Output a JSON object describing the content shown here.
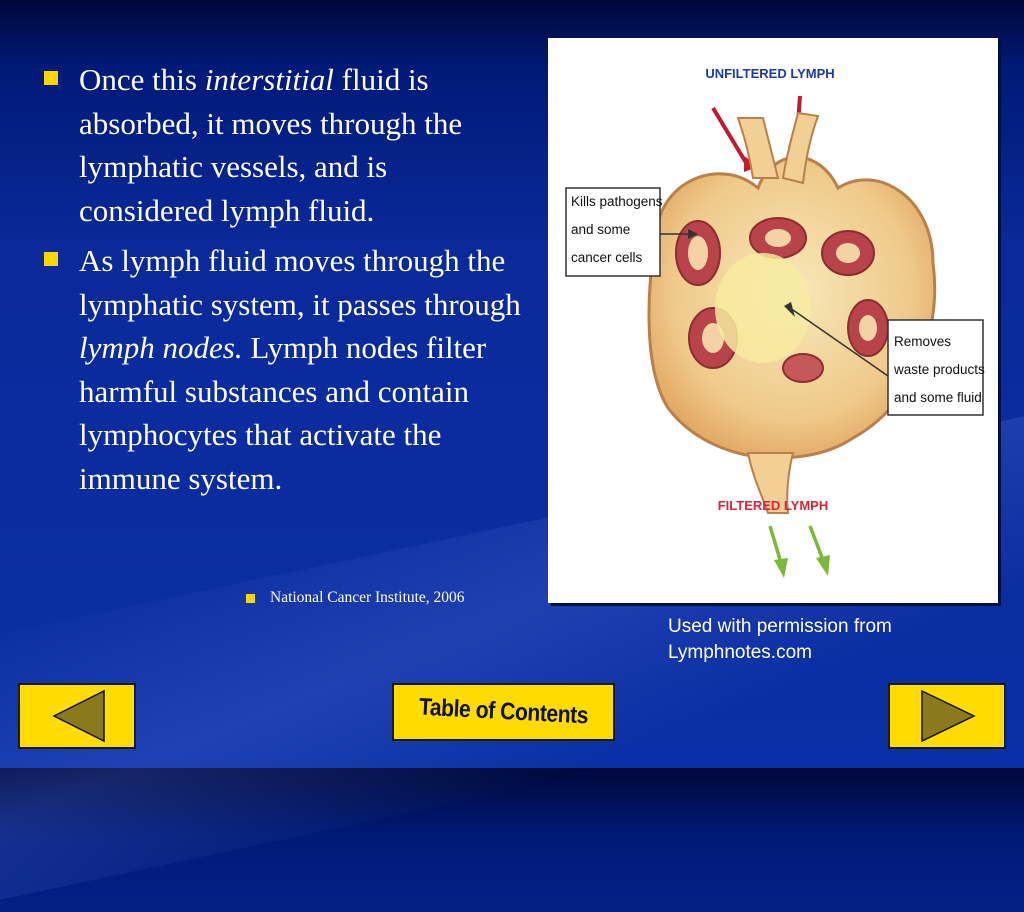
{
  "slide": {
    "bullets": [
      {
        "pre": "Once this ",
        "em": "interstitial",
        "post": " fluid is absorbed, it moves through the lymphatic vessels, and is considered lymph fluid."
      },
      {
        "pre": "As lymph fluid moves through the lymphatic system, it passes through ",
        "em": "lymph nodes.",
        "post": " Lymph nodes filter harmful substances and contain lymphocytes that activate the immune system."
      }
    ],
    "citation": "National Cancer Institute, 2006",
    "credit_line1": "Used with permission from",
    "credit_line2": "Lymphnotes.com"
  },
  "figure": {
    "label_top": "UNFILTERED LYMPH",
    "label_bottom": "FILTERED LYMPH",
    "callout_left": [
      "Kills pathogens",
      "and some",
      "cancer cells"
    ],
    "callout_right": [
      "Removes",
      "waste products",
      "and some fluid"
    ]
  },
  "nav": {
    "prev_icon": "left-triangle-icon",
    "next_icon": "right-triangle-icon",
    "toc_label": "Table of Contents"
  },
  "colors": {
    "accent": "#ffdc00",
    "bullet": "#ffd500",
    "label_red": "#d9243a",
    "label_blue": "#1c3aa8",
    "arrow_in": "#c21a2e",
    "arrow_out": "#7cb83a"
  }
}
